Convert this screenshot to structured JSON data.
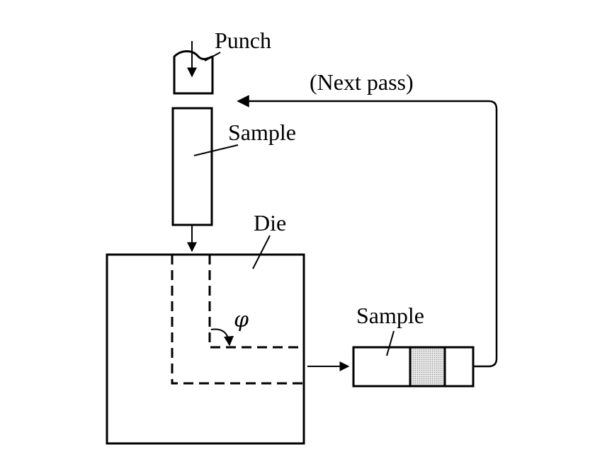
{
  "labels": {
    "punch": "Punch",
    "sample_top": "Sample",
    "next_pass": "(Next pass)",
    "die": "Die",
    "angle": "φ",
    "sample_out": "Sample"
  },
  "colors": {
    "stroke": "#000000",
    "shaded_section": "#d4d4d4",
    "background": "#ffffff"
  }
}
